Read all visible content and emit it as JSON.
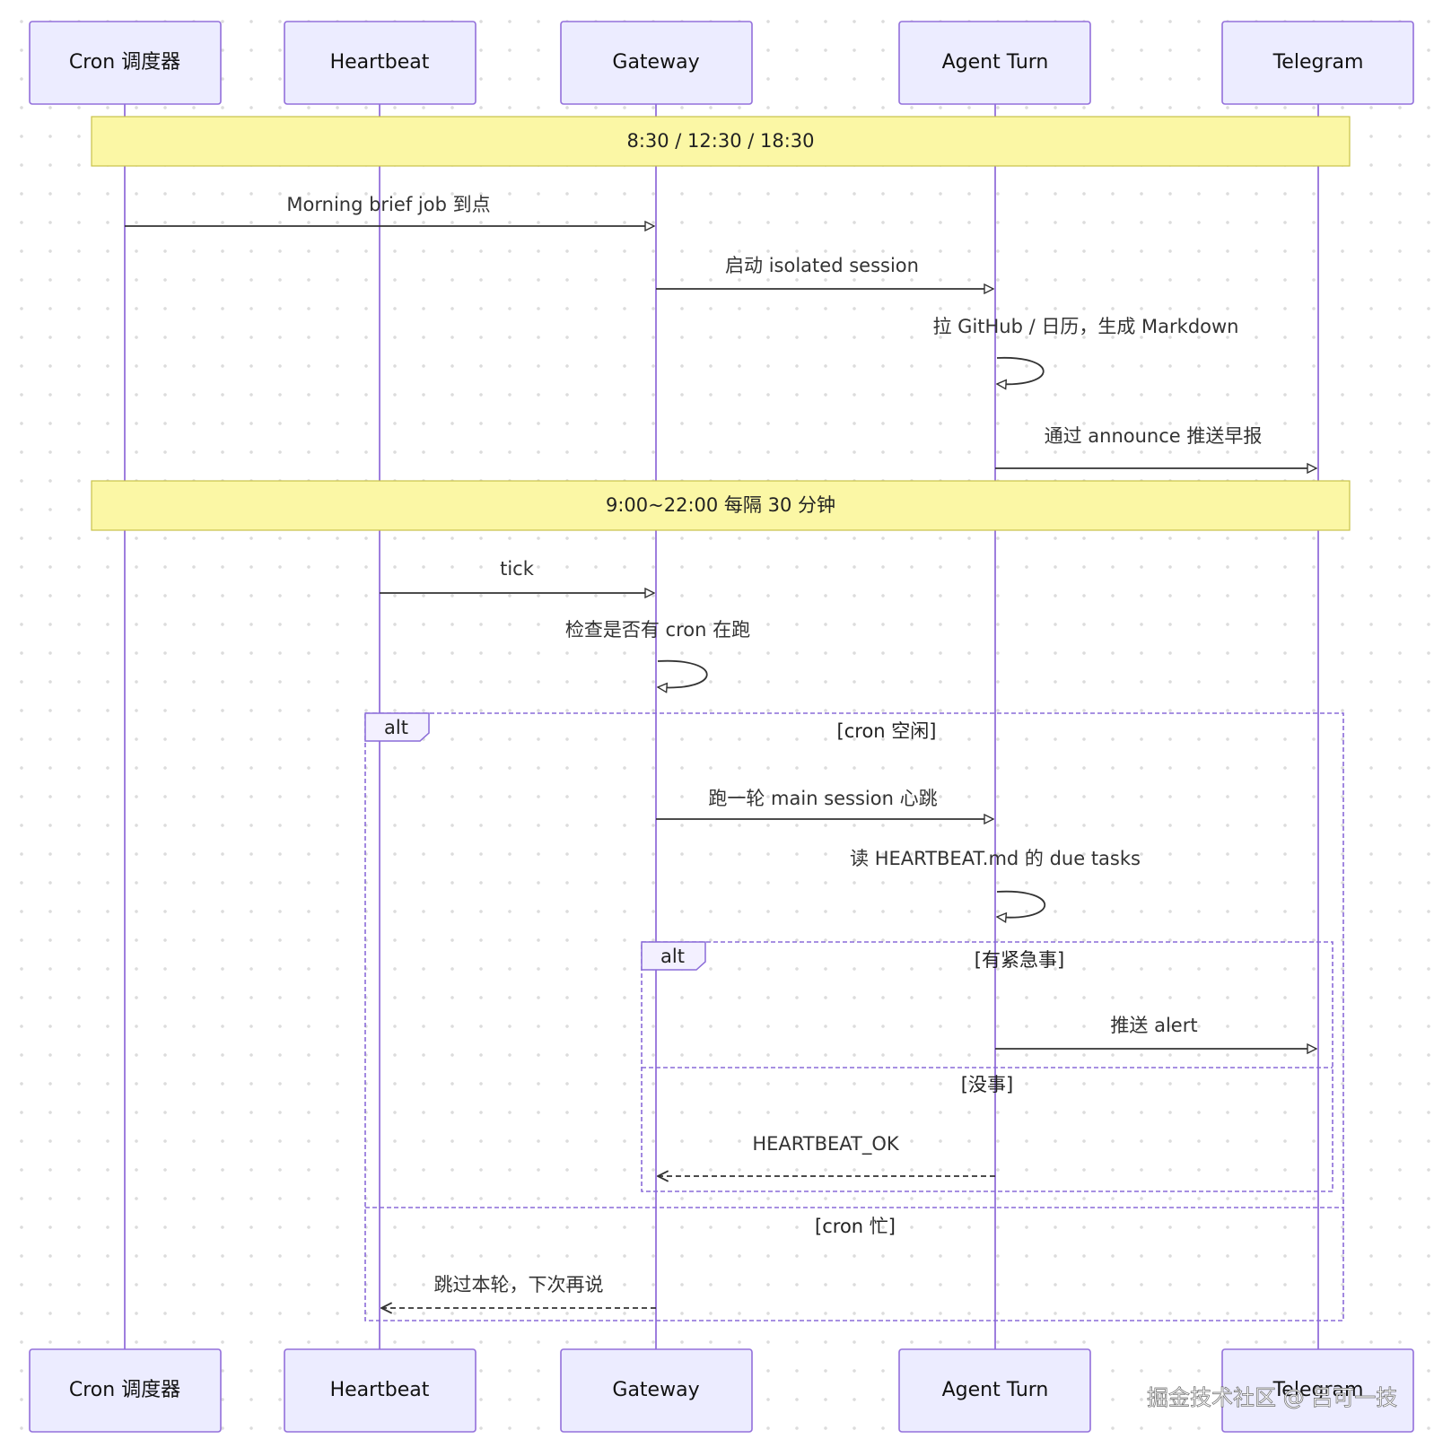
{
  "participants": [
    {
      "id": "cron",
      "label": "Cron 调度器"
    },
    {
      "id": "heartbeat",
      "label": "Heartbeat"
    },
    {
      "id": "gateway",
      "label": "Gateway"
    },
    {
      "id": "agent",
      "label": "Agent Turn"
    },
    {
      "id": "telegram",
      "label": "Telegram"
    }
  ],
  "notes": [
    {
      "id": "note-morning",
      "text": "8:30 / 12:30 / 18:30"
    },
    {
      "id": "note-interval",
      "text": "9:00~22:00 每隔 30 分钟"
    }
  ],
  "messages": [
    {
      "from": "cron",
      "to": "gateway",
      "text": "Morning brief job 到点",
      "style": "solid"
    },
    {
      "from": "gateway",
      "to": "agent",
      "text": "启动 isolated session",
      "style": "solid"
    },
    {
      "from": "agent",
      "to": "agent",
      "text": "拉 GitHub / 日历，生成 Markdown",
      "style": "self"
    },
    {
      "from": "agent",
      "to": "telegram",
      "text": "通过 announce 推送早报",
      "style": "solid"
    },
    {
      "from": "heartbeat",
      "to": "gateway",
      "text": "tick",
      "style": "solid"
    },
    {
      "from": "gateway",
      "to": "gateway",
      "text": "检查是否有 cron 在跑",
      "style": "self"
    },
    {
      "from": "gateway",
      "to": "agent",
      "text": "跑一轮 main session 心跳",
      "style": "solid"
    },
    {
      "from": "agent",
      "to": "agent",
      "text": "读 HEARTBEAT.md 的 due tasks",
      "style": "self"
    },
    {
      "from": "agent",
      "to": "telegram",
      "text": "推送 alert",
      "style": "solid"
    },
    {
      "from": "agent",
      "to": "gateway",
      "text": "HEARTBEAT_OK",
      "style": "dashed"
    },
    {
      "from": "gateway",
      "to": "heartbeat",
      "text": "跳过本轮，下次再说",
      "style": "dashed"
    }
  ],
  "frames": {
    "outer": {
      "keyword": "alt",
      "conditions": [
        "[cron 空闲]",
        "[cron 忙]"
      ]
    },
    "inner": {
      "keyword": "alt",
      "conditions": [
        "[有紧急事]",
        "[没事]"
      ]
    }
  },
  "watermark": "掘金技术社区 @ 吕可一技"
}
